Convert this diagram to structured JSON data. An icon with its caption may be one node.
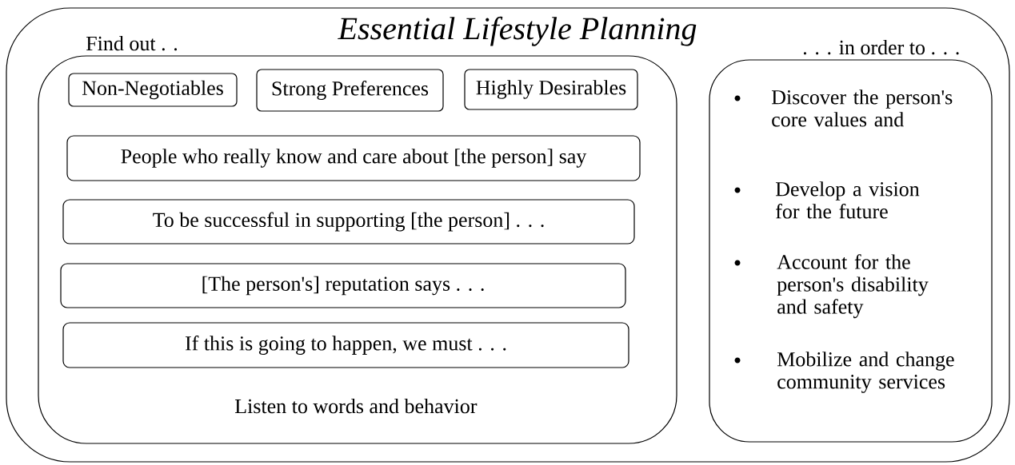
{
  "diagram": {
    "title": "Essential Lifestyle Planning",
    "nodes": [
      {
        "text": [],
        "shape": "box"
      },
      {
        "text": [
          "Find out . .",
          "Listen to words and behavior"
        ],
        "in": 0
      },
      {
        "text": [
          "Non-Negotiables"
        ],
        "in": 1
      },
      {
        "text": [
          "Strong Preferences"
        ],
        "in": 1
      },
      {
        "text": [
          "Highly Desirables"
        ],
        "in": 1
      },
      {
        "text": [
          "People who really know and care about [the person] say"
        ],
        "in": 1
      },
      {
        "text": [
          "To be successful in supporting [the person] . . ."
        ],
        "in": 1
      },
      {
        "text": [
          "[The person's] reputation says . . ."
        ],
        "in": 1
      },
      {
        "text": [
          "If this is going to happen, we must . . ."
        ],
        "in": 1
      },
      {
        "text": [
          ". . . in order to . . .",
          "Discover the person's core values and",
          "Develop a vision for the future",
          "Account for the person's disability and safety",
          "Mobilize and change community services"
        ],
        "in": 0
      }
    ]
  }
}
